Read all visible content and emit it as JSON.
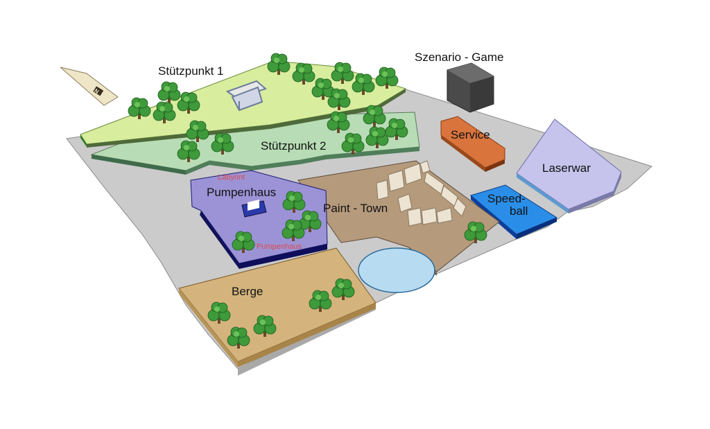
{
  "map": {
    "areas": {
      "stuetzpunkt1": "Stützpunkt 1",
      "stuetzpunkt2": "Stützpunkt 2",
      "szenario_game": "Szenario - Game",
      "service": "Service",
      "laserwar": "Laserwar",
      "speedball_line1": "Speed-",
      "speedball_line2": "ball",
      "pumpenhaus": "Pumpenhaus",
      "paint_town": "Paint - Town",
      "berge": "Berge"
    },
    "sub_labels": {
      "labyrint": "Labyrint",
      "pumpenhaus_small": "Pumpenhaus"
    },
    "compass_letter": "N",
    "colors": {
      "ground": "#cfcfcf",
      "stuetzpunkt1": "#d6ec9c",
      "stuetzpunkt2": "#b5dcb4",
      "pumpenhaus": "#9b93d6",
      "pumpenhaus_edge": "#1a1a6e",
      "paint_town": "#b59a7c",
      "berge": "#d4b47c",
      "service": "#d8743c",
      "laserwar": "#c5c2ea",
      "speedball": "#2a8ee8",
      "pond": "#b7dcf2",
      "szenario": "#505050"
    }
  }
}
